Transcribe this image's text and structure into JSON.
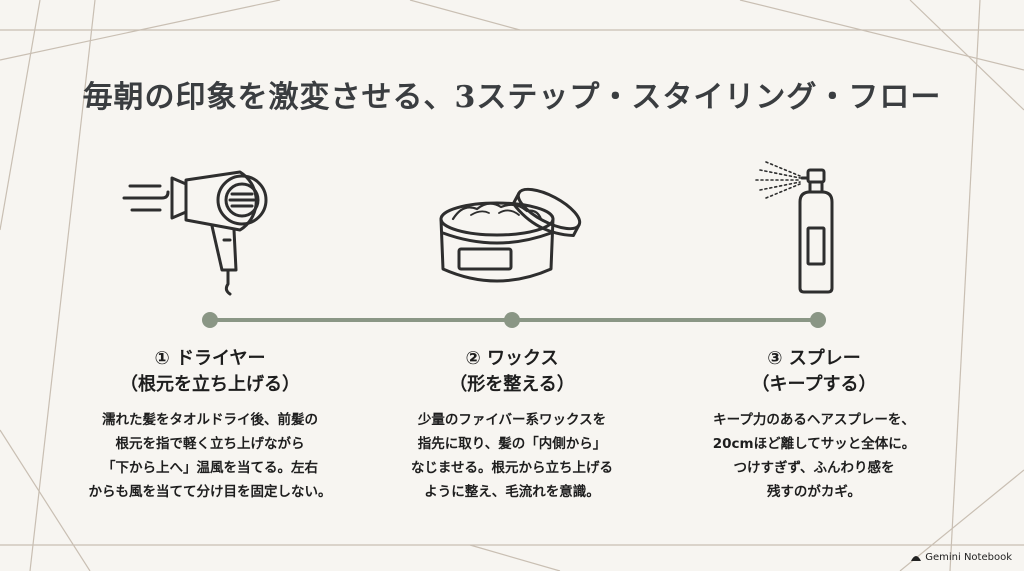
{
  "title": "毎朝の印象を激変させる、3ステップ・スタイリング・フロー",
  "steps": [
    {
      "title_line1": "① ドライヤー",
      "title_line2": "（根元を立ち上げる）",
      "desc": [
        "濡れた髪をタオルドライ後、前髪の",
        "根元を指で軽く立ち上げながら",
        "「下から上へ」温風を当てる。左右",
        "からも風を当てて分け目を固定しない。"
      ],
      "icon": "hair-dryer-icon"
    },
    {
      "title_line1": "② ワックス",
      "title_line2": "（形を整える）",
      "desc": [
        "少量のファイバー系ワックスを",
        "指先に取り、髪の「内側から」",
        "なじませる。根元から立ち上げる",
        "ように整え、毛流れを意識。"
      ],
      "icon": "wax-jar-icon"
    },
    {
      "title_line1": "③ スプレー",
      "title_line2": "（キープする）",
      "desc": [
        "キープ力のあるヘアスプレーを、",
        "20cmほど離してサッと全体に。",
        "つけすぎず、ふんわり感を",
        "残すのがカギ。"
      ],
      "icon": "spray-bottle-icon"
    }
  ],
  "brand": "Gemini Notebook",
  "colors": {
    "background": "#f7f5f1",
    "frame_lines": "#c9bfb3",
    "timeline": "#8a9685",
    "icon_stroke": "#2e2e2e",
    "title": "#3a3d40"
  }
}
